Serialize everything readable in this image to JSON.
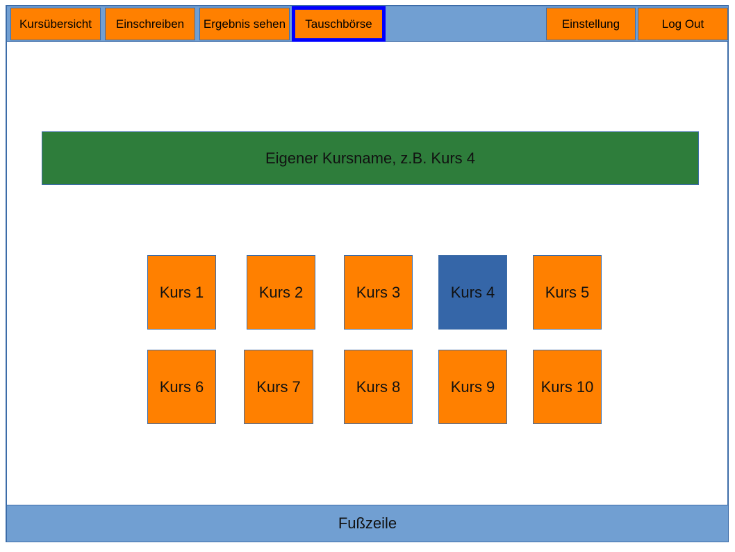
{
  "nav": {
    "items": [
      {
        "label": "Kursübersicht"
      },
      {
        "label": "Einschreiben"
      },
      {
        "label": "Ergebnis sehen"
      },
      {
        "label": "Tauschbörse"
      }
    ],
    "right": [
      {
        "label": "Einstellung"
      },
      {
        "label": "Log Out"
      }
    ],
    "active": "Tauschbörse"
  },
  "banner": {
    "text": "Eigener Kursname, z.B. Kurs 4"
  },
  "courses": [
    {
      "label": "Kurs 1"
    },
    {
      "label": "Kurs 2"
    },
    {
      "label": "Kurs 3"
    },
    {
      "label": "Kurs 4"
    },
    {
      "label": "Kurs 5"
    },
    {
      "label": "Kurs 6"
    },
    {
      "label": "Kurs 7"
    },
    {
      "label": "Kurs 8"
    },
    {
      "label": "Kurs 9"
    },
    {
      "label": "Kurs 10"
    }
  ],
  "own_course": "Kurs 4",
  "footer": {
    "text": "Fußzeile"
  },
  "colors": {
    "button": "#ff8000",
    "bar": "#719fd2",
    "banner": "#2e7d3b",
    "own_course": "#3566a8",
    "active_border": "#0000ff"
  }
}
